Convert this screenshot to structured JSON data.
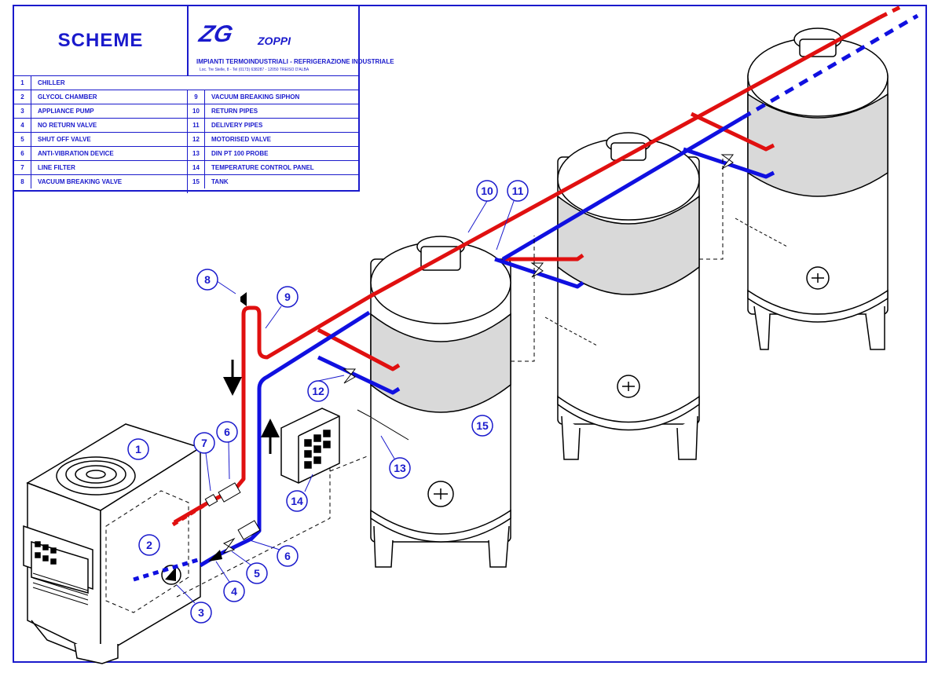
{
  "legend": {
    "title": "SCHEME",
    "brand": {
      "logo": "ZG",
      "name": "ZOPPI",
      "subtitle": "IMPIANTI TERMOINDUSTRIALI - REFRIGERAZIONE INDUSTRIALE",
      "address": "Loc. Tre Stelle, 8 - Tel (0173) 638287 - 12050 TREISO D'ALBA"
    },
    "items_left": [
      {
        "num": "1",
        "label": "CHILLER"
      },
      {
        "num": "2",
        "label": "GLYCOL CHAMBER"
      },
      {
        "num": "3",
        "label": "APPLIANCE PUMP"
      },
      {
        "num": "4",
        "label": "NO RETURN VALVE"
      },
      {
        "num": "5",
        "label": "SHUT OFF VALVE"
      },
      {
        "num": "6",
        "label": "ANTI-VIBRATION DEVICE"
      },
      {
        "num": "7",
        "label": "LINE FILTER"
      },
      {
        "num": "8",
        "label": "VACUUM BREAKING VALVE"
      }
    ],
    "items_right": [
      {
        "num": "9",
        "label": "VACUUM BREAKING SIPHON"
      },
      {
        "num": "10",
        "label": "RETURN PIPES"
      },
      {
        "num": "11",
        "label": "DELIVERY PIPES"
      },
      {
        "num": "12",
        "label": "MOTORISED VALVE"
      },
      {
        "num": "13",
        "label": "DIN PT 100 PROBE"
      },
      {
        "num": "14",
        "label": "TEMPERATURE CONTROL PANEL"
      },
      {
        "num": "15",
        "label": "TANK"
      }
    ]
  },
  "callouts": [
    "1",
    "2",
    "3",
    "4",
    "5",
    "6",
    "6",
    "7",
    "8",
    "9",
    "10",
    "11",
    "12",
    "13",
    "14",
    "15"
  ],
  "colors": {
    "frame": "#1a1acc",
    "return_pipe": "#e01010",
    "delivery_pipe": "#1010e0",
    "band": "#d9d9d9"
  }
}
